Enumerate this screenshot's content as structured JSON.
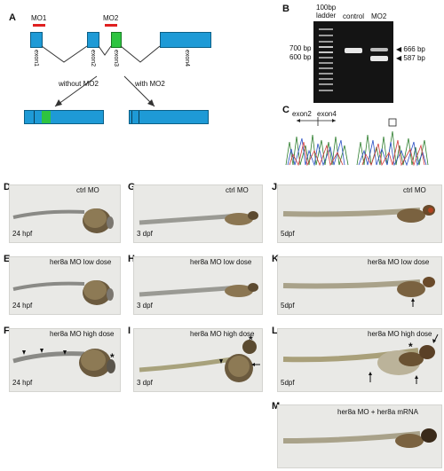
{
  "panel_a": {
    "letter": "A",
    "mo1": "MO1",
    "mo2": "MO2",
    "exons": [
      "exon1",
      "exon2",
      "exon3",
      "exon4"
    ],
    "without": "without MO2",
    "with": "with MO2"
  },
  "panel_b": {
    "letter": "B",
    "ladder_header": "100bp\nladder",
    "lane_control": "control",
    "lane_mo2": "MO2",
    "marker_700": "700 bp",
    "marker_600": "600 bp",
    "band_666": "666 bp",
    "band_587": "587 bp"
  },
  "panel_c": {
    "letter": "C",
    "exon2": "exon2",
    "exon4": "exon4"
  },
  "panels": [
    {
      "letter": "D",
      "label": "ctrl MO",
      "stage": "24 hpf"
    },
    {
      "letter": "E",
      "label": "her8a MO low dose",
      "stage": "24 hpf"
    },
    {
      "letter": "F",
      "label": "her8a MO high dose",
      "stage": "24 hpf"
    },
    {
      "letter": "G",
      "label": "ctrl MO",
      "stage": "3 dpf"
    },
    {
      "letter": "H",
      "label": "her8a MO low dose",
      "stage": "3 dpf"
    },
    {
      "letter": "I",
      "label": "her8a MO high dose",
      "stage": "3 dpf"
    },
    {
      "letter": "J",
      "label": "ctrl MO",
      "stage": "5dpf"
    },
    {
      "letter": "K",
      "label": "her8a MO low dose",
      "stage": "5dpf"
    },
    {
      "letter": "L",
      "label": "her8a MO high dose",
      "stage": "5dpf"
    },
    {
      "letter": "M",
      "label": "her8a MO + her8a mRNA",
      "stage": ""
    }
  ],
  "markers": {
    "star": "*"
  },
  "colors": {
    "exon": "#1e9ad6",
    "exon3": "#2ec441",
    "mo_bar": "#e02020"
  }
}
